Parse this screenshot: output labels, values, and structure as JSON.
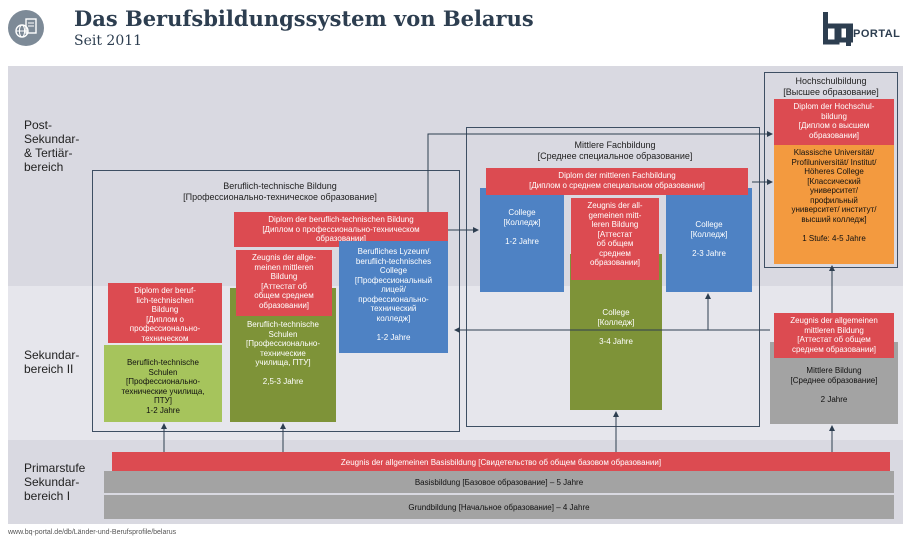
{
  "header": {
    "title": "Das Berufsbildungssystem von Belarus",
    "subtitle": "Seit 2011",
    "logo_text": "PORTAL"
  },
  "levels": {
    "tertiary": "Post-\nSekundar-\n& Tertiär-\nbereich",
    "secondary": "Sekundar-\nbereich II",
    "primary": "Primarstufe\nSekundar-\nbereich I"
  },
  "frames": {
    "vocational": "Beruflich-technische Bildung\n[Профессионально-техническое образование]",
    "specialized": "Mittlere Fachbildung\n[Среднее специальное образование]",
    "higher": "Hochschulbildung\n[Высшее образование]"
  },
  "boxes": {
    "diploma_prof_left": "Diplom der beruf-\nlich-technischen\nBildung\n[Диплом о\nпрофессионально-\nтехническом\nобразовании]",
    "schools_left": "Beruflich-technische\nSchulen\n[Профессионально-\nтехнические училища,\nПТУ]\n1-2 Jahre",
    "diploma_prof_mid": "Diplom der beruflich-technischen Bildung\n[Диплом о профессионально-техническом\nобразовании]",
    "zeugnis_mid": "Zeugnis der allge-\nmeinen mittleren\nBildung\n[Аттестат об\nобщем среднем\nобразовании]",
    "schools_mid": "Beruflich-technische\nSchulen\n[Профессионально-\nтехнические\nучилища, ПТУ]\n\n2,5-3 Jahre",
    "lyceum": "Berufliches Lyzeum/\nberuflich-technisches\nCollege\n[Профессиональный\nлицей/\nпрофессионально-\nтехнический\nколледж]\n\n1-2 Jahre",
    "diploma_spec": "Diplom der mittleren  Fachbildung\n[Диплом о среднем специальном образовании]",
    "college_left": "College\n[Колледж]\n\n1-2 Jahre",
    "zeugnis_college": "Zeugnis der all-\ngemeinen mitt-\nleren Bildung\n[Аттестат\nоб общем\nсреднем\nобразовании]",
    "college_mid": "College\n[Колледж]\n\n3-4 Jahre",
    "college_right": "College\n[Колледж]\n\n2-3 Jahre",
    "diploma_higher": "Diplom der Hochschul-\nbildung\n[Диплом о высшем\nобразовании]",
    "university": "Klassische Universität/\nProfiluniversität/ Institut/\nHöheres College\n[Классический\nуниверситет/\nпрофильный\nуниверситет/ институт/\nвысший колледж]\n\n1 Stufe: 4-5 Jahre",
    "zeugnis_general": "Zeugnis der allgemeinen\nmittleren Bildung\n[Аттестат об общем\nсреднем образовании]",
    "general_secondary": "Mittlere Bildung\n[Среднее образование]\n\n2 Jahre",
    "zeugnis_basic": "Zeugnis der allgemeinen Basisbildung [Свидетельство об общем базовом образовании]",
    "basic": "Basisbildung [Базовое образование] – 5 Jahre",
    "primary_edu": "Grundbildung [Начальное образование] – 4 Jahre"
  },
  "footer": "www.bq-portal.de/db/Länder-und-Berufsprofile/belarus",
  "colors": {
    "red": "#dc4b51",
    "light_green": "#a6c45c",
    "dark_green": "#7e9338",
    "blue": "#4e82c4",
    "orange": "#f39a3f",
    "grey": "#a3a3a3",
    "title": "#2d3e50"
  }
}
